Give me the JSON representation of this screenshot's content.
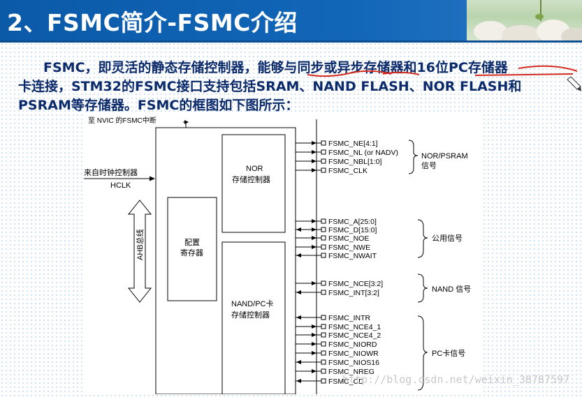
{
  "header": {
    "title": "2、FSMC简介-FSMC介绍"
  },
  "intro": {
    "line1": "FSMC，即灵活的静态存储控制器，能够与同步或异步存储器和16位PC存储器",
    "line2": "卡连接，STM32的FSMC接口支持包括SRAM、NAND FLASH、NOR FLASH和",
    "line3": "PSRAM等存储器。FSMC的框图如下图所示："
  },
  "diagram": {
    "nvic_label": "至 NVIC 的FSMC中断",
    "clock_label": "来自时钟控制器",
    "hclk_label": "HCLK",
    "ahb_label": "AHB总线",
    "config_line1": "配置",
    "config_line2": "寄存器",
    "nor_line1": "NOR",
    "nor_line2": "存储控制器",
    "nand_line1": "NAND/PC卡",
    "nand_line2": "存储控制器",
    "groups": {
      "nor_line1": "NOR/PSRAM",
      "nor_line2": "信号",
      "common": "公用信号",
      "nand": "NAND 信号",
      "pc": "PC卡信号"
    },
    "signals": [
      "FSMC_NE[4:1]",
      "FSMC_NL (or NADV)",
      "FSMC_NBL[1:0]",
      "FSMC_CLK",
      "FSMC_A[25:0]",
      "FSMC_D[15:0]",
      "FSMC_NOE",
      "FSMC_NWE",
      "FSMC_NWAIT",
      "FSMC_NCE[3:2]",
      "FSMC_INT[3:2]",
      "FSMC_INTR",
      "FSMC_NCE4_1",
      "FSMC_NCE4_2",
      "FSMC_NIORD",
      "FSMC_NIOWR",
      "FSMC_NIOS16",
      "FSMC_NREG",
      "FSMC_CD"
    ]
  },
  "watermark": "http://blog.csdn.net/weixin_38787597",
  "colors": {
    "header_bg": "#1266b8",
    "intro_text": "#0b2a6b",
    "annotation_red": "#d42a1e"
  }
}
